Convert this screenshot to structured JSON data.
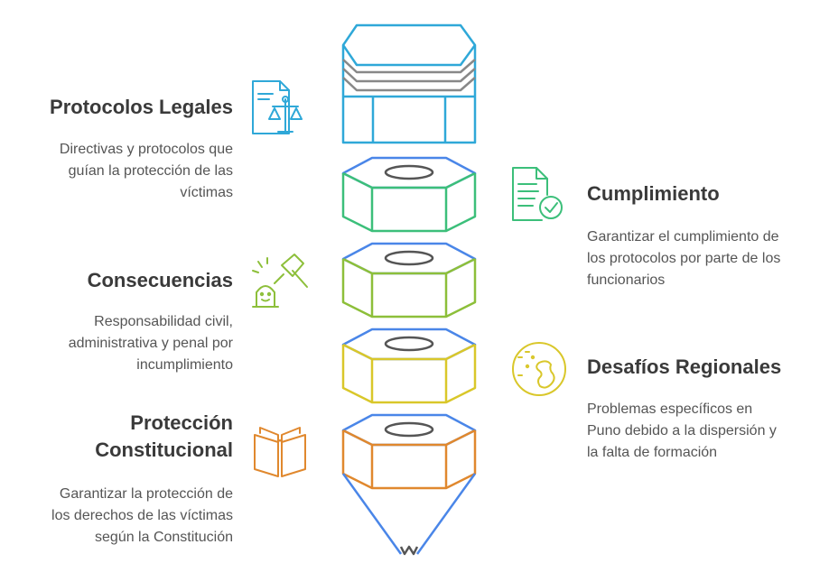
{
  "sections": {
    "protocolos": {
      "title": "Protocolos Legales",
      "description_lines": [
        "Directivas y protocolos que",
        "guían la protección de las",
        "víctimas"
      ],
      "color": "#2fa8d8",
      "icon": "legal-document-scales-icon"
    },
    "cumplimiento": {
      "title": "Cumplimiento",
      "description_lines": [
        "Garantizar el cumplimiento de",
        "los protocolos por parte de los",
        "funcionarios"
      ],
      "color": "#3cbf7a",
      "icon": "document-check-icon"
    },
    "consecuencias": {
      "title": "Consecuencias",
      "description_lines": [
        "Responsabilidad civil,",
        "administrativa y penal por",
        "incumplimiento"
      ],
      "color": "#8dbf3a",
      "icon": "gavel-icon"
    },
    "desafios": {
      "title": "Desafíos Regionales",
      "description_lines": [
        "Problemas específicos en",
        "Puno debido a la dispersión y",
        "la falta de formación"
      ],
      "color": "#d9c72a",
      "icon": "globe-map-icon"
    },
    "proteccion": {
      "title_lines": [
        "Protección",
        "Constitucional"
      ],
      "description_lines": [
        "Garantizar la protección de",
        "los derechos de las víctimas",
        "según la Constitución"
      ],
      "color": "#e0882e",
      "icon": "open-book-icon"
    }
  },
  "stack": {
    "top_color": "#2fa8d8",
    "ring_color": "#888888",
    "tip_color": "#4a86e8"
  }
}
